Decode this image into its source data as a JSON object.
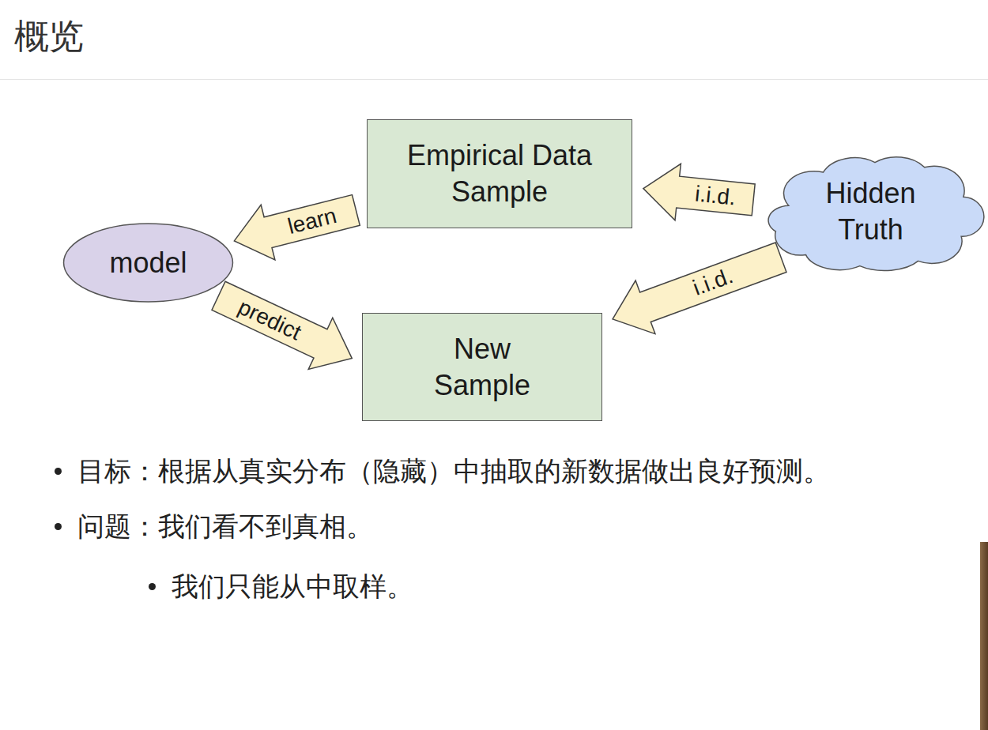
{
  "diagram": {
    "title": "概览",
    "nodes": [
      {
        "text": [
          "Empirical Data Sample"
        ]
      },
      {
        "text": [
          "Hidden Truth"
        ]
      },
      {
        "text": [
          "model"
        ]
      },
      {
        "text": [
          "New Sample"
        ]
      }
    ],
    "edges": [
      {
        "from": 1,
        "to": 0,
        "arrow": "to",
        "label": "i.i.d."
      },
      {
        "from": 0,
        "to": 2,
        "arrow": "to",
        "label": "learn"
      },
      {
        "from": 2,
        "to": 3,
        "arrow": "to",
        "label": "predict"
      },
      {
        "from": 1,
        "to": 3,
        "arrow": "to",
        "label": "i.i.d."
      }
    ],
    "labels": [
      "目标：根据从真实分布（隐藏）中抽取的新数据做出良好预测。",
      "问题：我们看不到真相。",
      "我们只能从中取样。"
    ]
  }
}
